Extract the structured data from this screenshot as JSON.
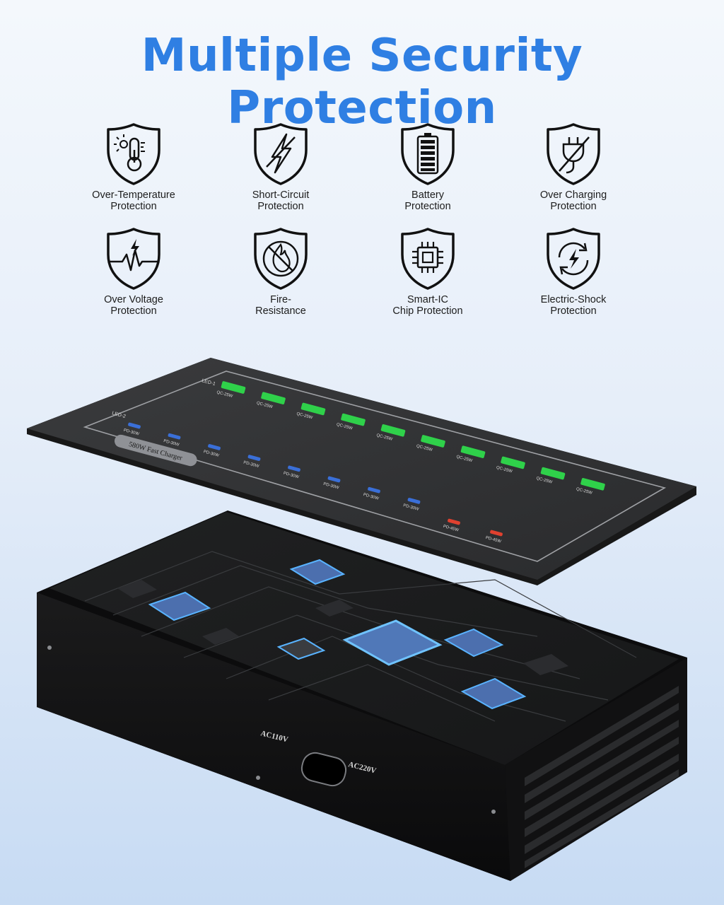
{
  "title": "Multiple Security Protection",
  "features": [
    {
      "label": "Over-Temperature\nProtection",
      "icon": "thermometer-icon"
    },
    {
      "label": "Short-Circuit\nProtection",
      "icon": "lightning-icon"
    },
    {
      "label": "Battery\nProtection",
      "icon": "battery-icon"
    },
    {
      "label": "Over Charging\nProtection",
      "icon": "plug-icon"
    },
    {
      "label": "Over Voltage\nProtection",
      "icon": "voltage-pulse-icon"
    },
    {
      "label": "Fire-\nResistance",
      "icon": "no-fire-icon"
    },
    {
      "label": "Smart-IC\nChip Protection",
      "icon": "chip-icon"
    },
    {
      "label": "Electric-Shock\nProtection",
      "icon": "cycle-bolt-icon"
    }
  ],
  "panel": {
    "led1": "LED-1",
    "led2": "LED-2",
    "badge": "580W Fast Charger",
    "qc_label": "QC-25W",
    "pd30_label": "PD-30W",
    "pd45_label": "PD-45W"
  },
  "box": {
    "ac110": "AC110V",
    "ac220": "AC220V"
  },
  "colors": {
    "title": "#2f7fe3",
    "qc_port": "#2fd14a",
    "pd30_port": "#3a6fd8",
    "pd45_port": "#e0412f"
  }
}
